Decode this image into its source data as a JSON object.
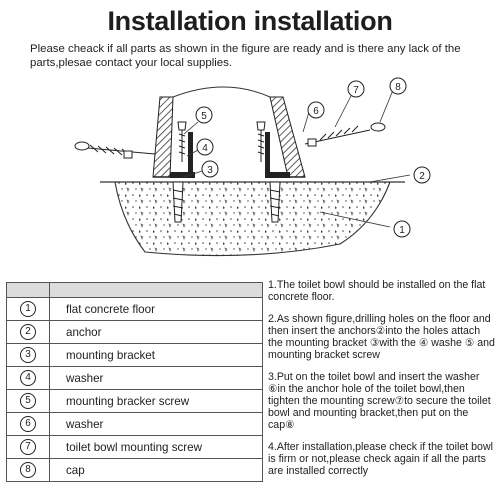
{
  "title": "Installation installation",
  "intro": "Please cheack if all parts as shown in the figure are ready and is there any lack of the parts,plesae contact your local supplies.",
  "diagram": {
    "callouts": [
      "1",
      "2",
      "3",
      "4",
      "5",
      "6",
      "7",
      "8"
    ]
  },
  "parts_table": {
    "rows": [
      {
        "num": "1",
        "name": "flat concrete floor"
      },
      {
        "num": "2",
        "name": "anchor"
      },
      {
        "num": "3",
        "name": "mounting bracket"
      },
      {
        "num": "4",
        "name": "washer"
      },
      {
        "num": "5",
        "name": "mounting bracker screw"
      },
      {
        "num": "6",
        "name": "washer"
      },
      {
        "num": "7",
        "name": "toilet bowl mounting screw"
      },
      {
        "num": "8",
        "name": "cap"
      }
    ]
  },
  "steps": [
    "1.The toilet bowl should be installed on the flat concrete floor.",
    "2.As  shown figure,drilling holes on the floor and then insert the anchors②into the holes attach the mounting bracket ③with the ④ washe ⑤ and mounting bracket screw",
    "3.Put on the toilet bowl and insert the washer ⑥in the anchor hole of the toilet bowl,then tighten the mounting screw⑦to secure the toilet bowl and mounting bracket,then put on the cap⑧",
    "4.After installation,please check if the toilet bowl is firm or not,please check again if all the parts are installed correctly"
  ]
}
